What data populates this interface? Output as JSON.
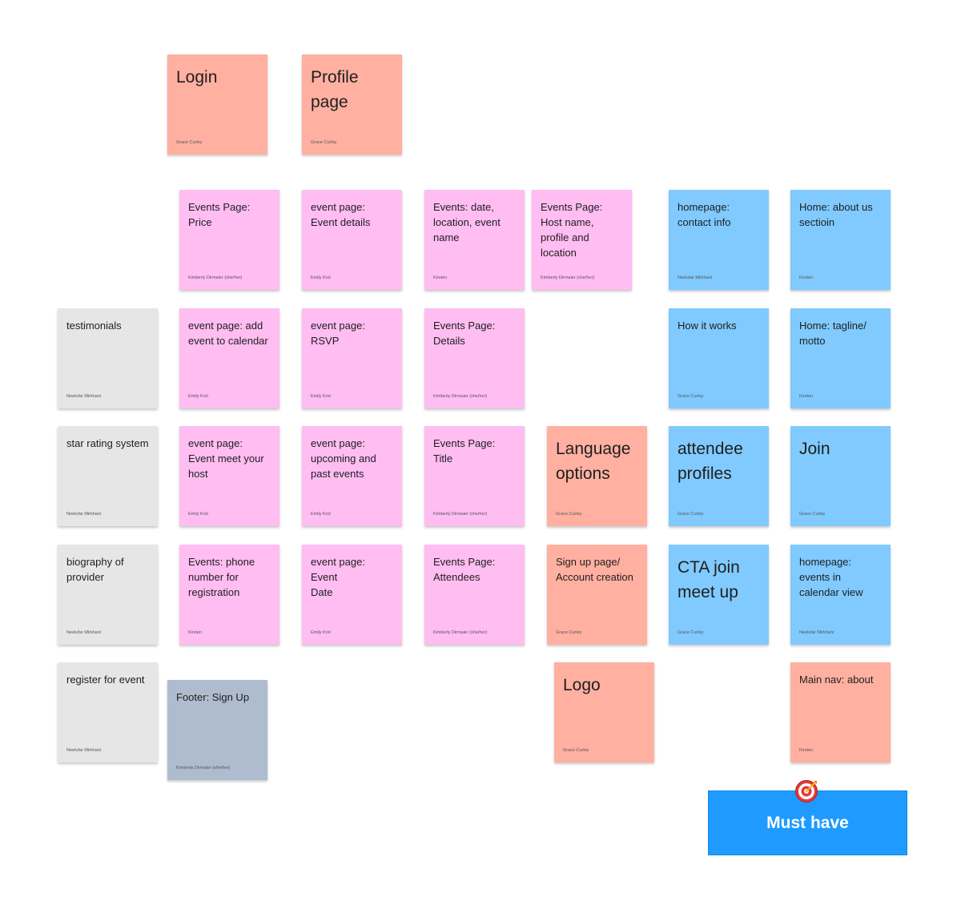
{
  "board": {
    "notes": [
      {
        "text": "Login",
        "author": "Grace Curley"
      },
      {
        "text": "Profile\npage",
        "author": "Grace Curley"
      },
      {
        "text": "Events Page:\nPrice",
        "author": "Kimberly Dirmaier (she/her)"
      },
      {
        "text": "event page:\nEvent details",
        "author": "Emily Krol"
      },
      {
        "text": "Events: date,\nlocation, event\nname",
        "author": "Kirsten"
      },
      {
        "text": "Events Page:\nHost name,\nprofile and\nlocation",
        "author": "Kimberly Dirmaier (she/her)"
      },
      {
        "text": "homepage:\ncontact info",
        "author": "Neelufar Mirkhani"
      },
      {
        "text": "Home: about us\nsectioin",
        "author": "Kirsten"
      },
      {
        "text": "testimonials",
        "author": "Neelufar Mirkhani"
      },
      {
        "text": "event page: add\nevent to calendar",
        "author": "Emily Krol"
      },
      {
        "text": "event page:\nRSVP",
        "author": "Emily Krol"
      },
      {
        "text": "Events Page:\nDetails",
        "author": "Kimberly Dirmaier (she/her)"
      },
      {
        "text": "How it works",
        "author": "Grace Curley"
      },
      {
        "text": "Home: tagline/\nmotto",
        "author": "Kirsten"
      },
      {
        "text": "star rating system",
        "author": "Neelufar Mirkhani"
      },
      {
        "text": "event page:\nEvent meet your\nhost",
        "author": "Emily Krol"
      },
      {
        "text": "event page:\nupcoming and\npast events",
        "author": "Emily Krol"
      },
      {
        "text": "Events Page: Title",
        "author": "Kimberly Dirmaier (she/her)"
      },
      {
        "text": "Language\noptions",
        "author": "Grace Curley"
      },
      {
        "text": "attendee\nprofiles",
        "author": "Grace Curley"
      },
      {
        "text": "Join",
        "author": "Grace Curley"
      },
      {
        "text": "biography of\nprovider",
        "author": "Neelufar Mirkhani"
      },
      {
        "text": "Events: phone\nnumber for\nregistration",
        "author": "Kirsten"
      },
      {
        "text": "event page: Event\nDate",
        "author": "Emily Krol"
      },
      {
        "text": "Events Page:\nAttendees",
        "author": "Kimberly Dirmaier (she/her)"
      },
      {
        "text": "Sign up page/\nAccount creation",
        "author": "Grace Curley"
      },
      {
        "text": "CTA join\nmeet up",
        "author": "Grace Curley"
      },
      {
        "text": "homepage:\nevents in\ncalendar view",
        "author": "Neelufar Mirkhani"
      },
      {
        "text": "register for event",
        "author": "Neelufar Mirkhani"
      },
      {
        "text": "Footer: Sign Up",
        "author": "Kimberly Dirmaier (she/her)"
      },
      {
        "text": "Logo",
        "author": "Grace Curley"
      },
      {
        "text": "Main nav: about",
        "author": "Kirsten"
      }
    ]
  },
  "label": {
    "text": "Must have",
    "icon": "target-icon"
  },
  "colors": {
    "salmon": "#ffb0a1",
    "pink": "#ffbdf2",
    "blue": "#80caff",
    "gray": "#e6e6e6",
    "slate": "#afbccf",
    "label_blue": "#1f9bff"
  }
}
